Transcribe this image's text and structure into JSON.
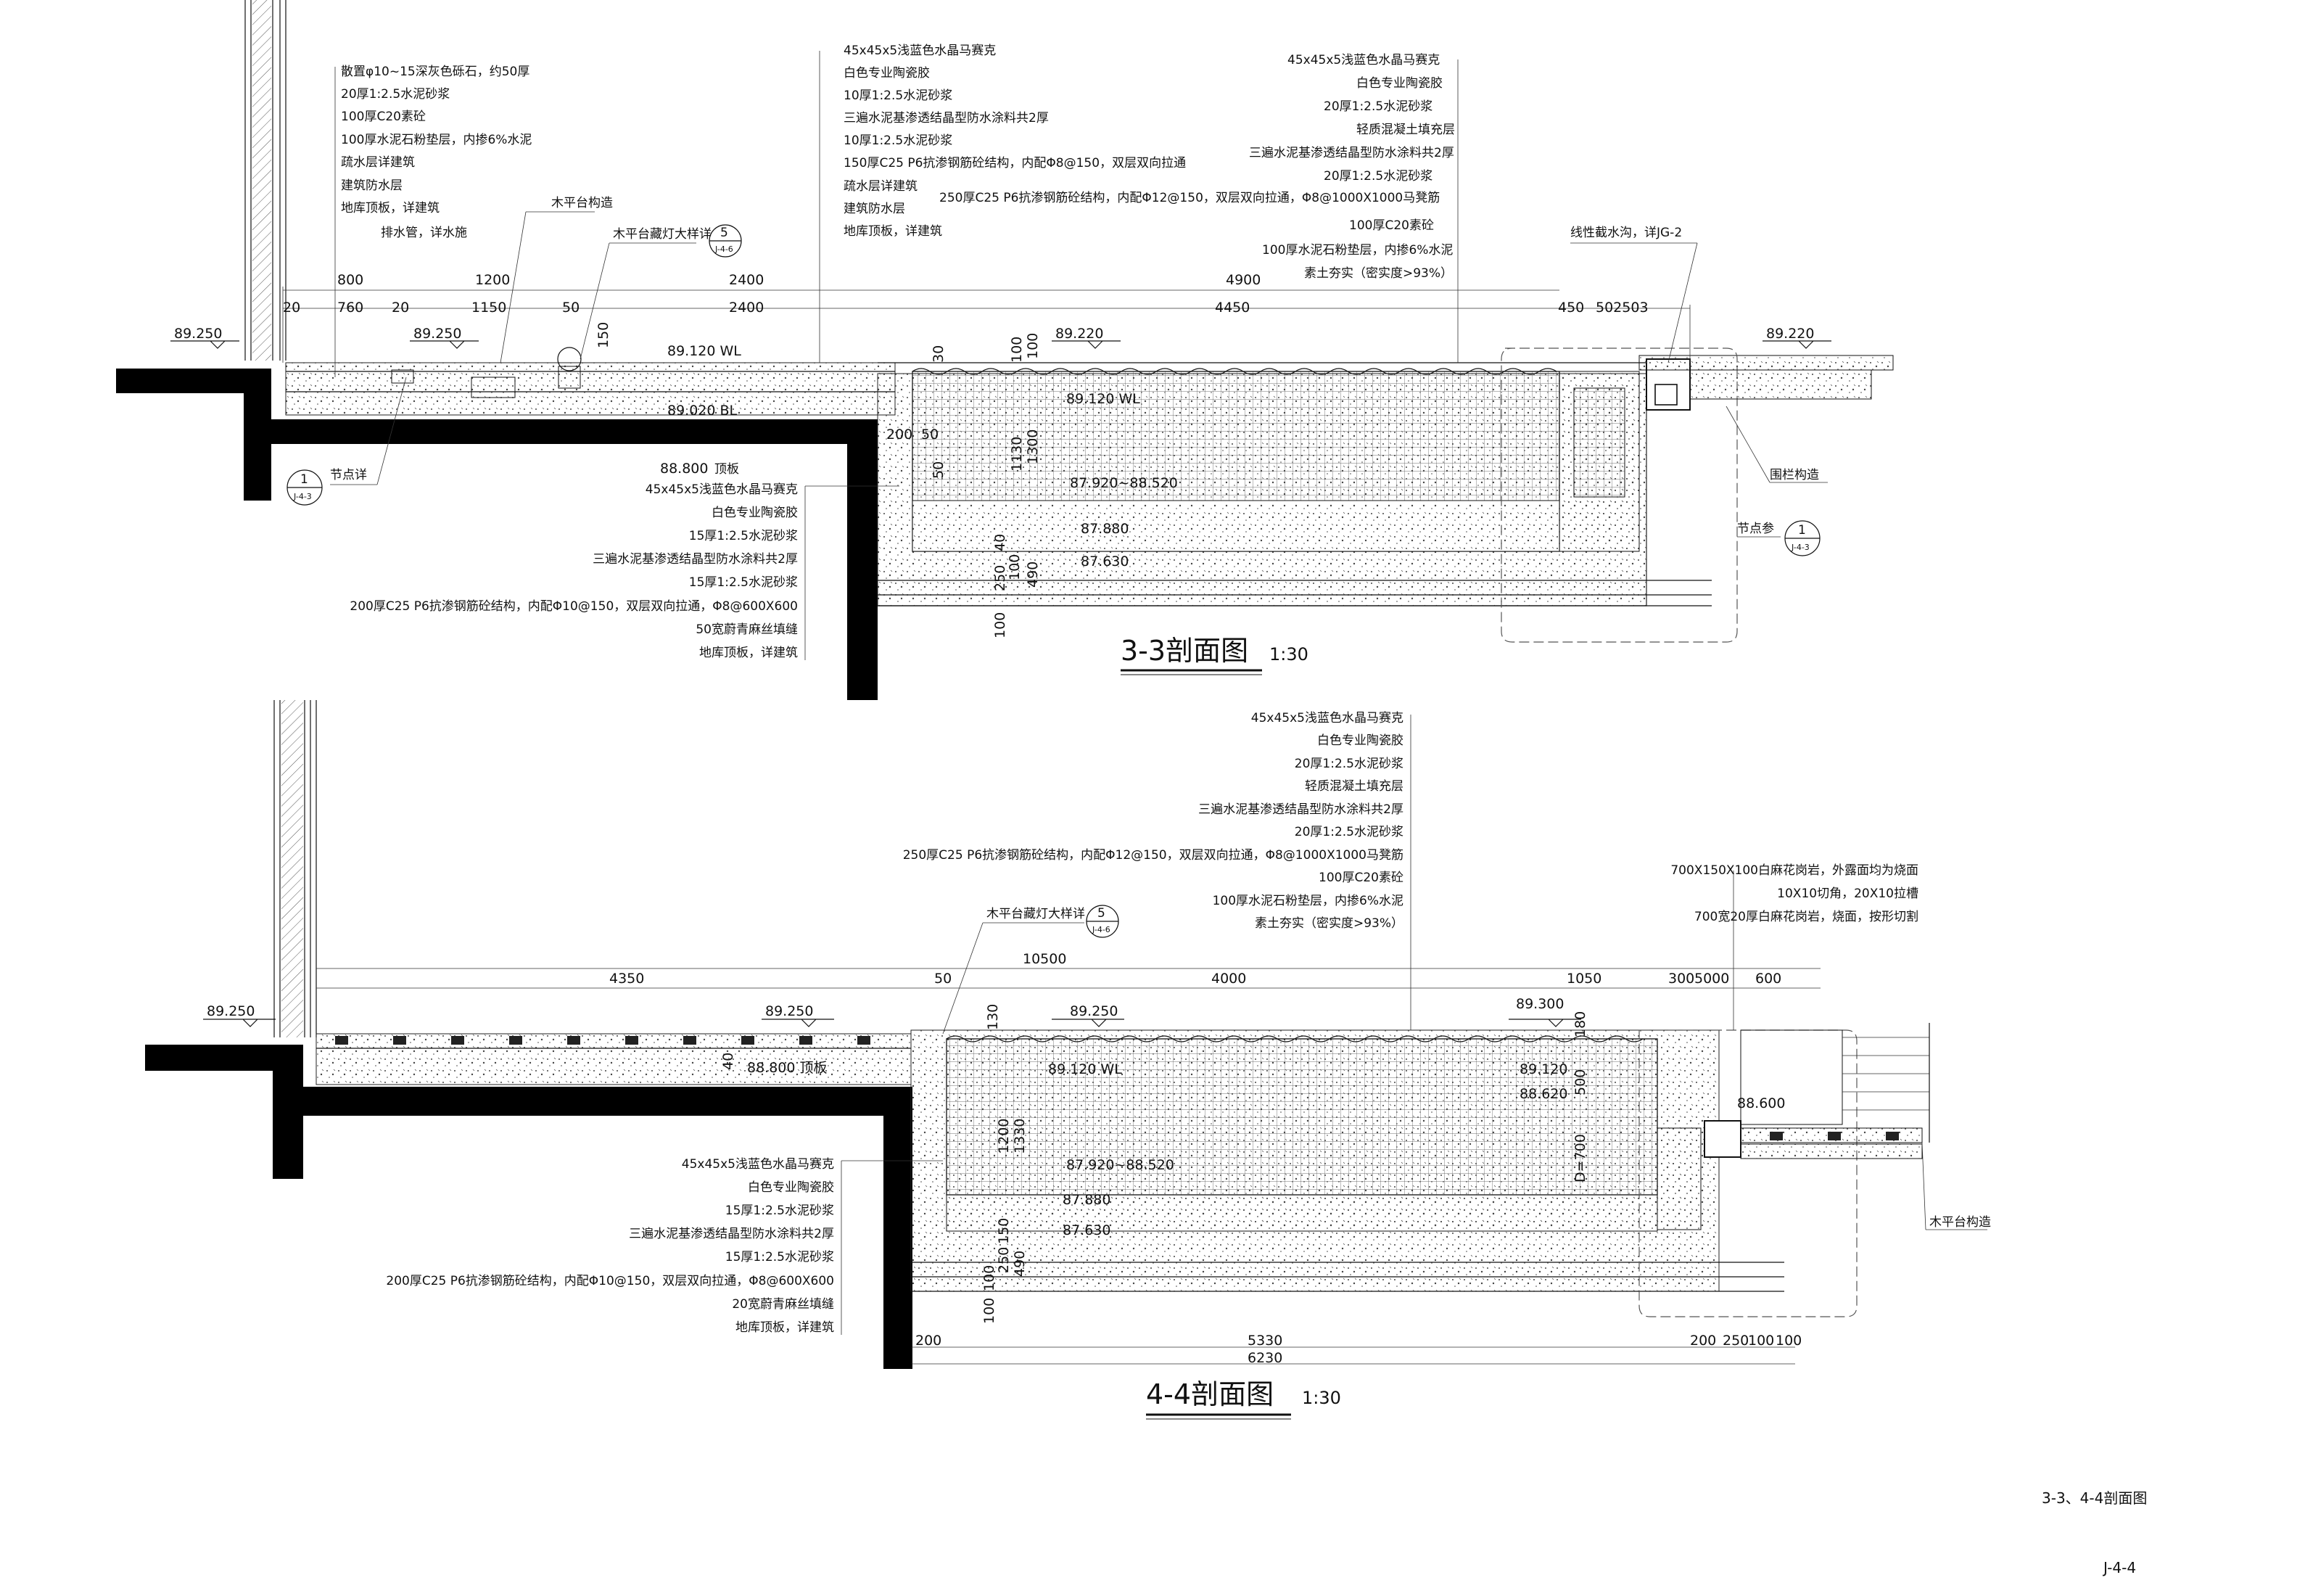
{
  "sheet": {
    "title": "3-3、4-4剖面图",
    "number": "J-4-4"
  },
  "section33": {
    "title": "3-3剖面图",
    "scale": "1:30",
    "top_left_callouts": [
      "散置φ10~15深灰色砾石，约50厚",
      "20厚1:2.5水泥砂浆",
      "100厚C20素砼",
      "100厚水泥石粉垫层，内掺6%水泥",
      "疏水层详建筑",
      "建筑防水层",
      "地库顶板，详建筑"
    ],
    "drain_note": "排水管，详水施",
    "deck_note": "木平台构造",
    "light_note": "木平台藏灯大样详",
    "mid_callouts": [
      "45x45x5浅蓝色水晶马赛克",
      "白色专业陶瓷胶",
      "10厚1:2.5水泥砂浆",
      "三遍水泥基渗透结晶型防水涂料共2厚",
      "10厚1:2.5水泥砂浆",
      "150厚C25 P6抗渗钢筋砼结构，内配Φ8@150，双层双向拉通",
      "疏水层详建筑",
      "建筑防水层",
      "地库顶板，详建筑"
    ],
    "mid_extra": "250厚C25 P6抗渗钢筋砼结构，内配Φ12@150，双层双向拉通，Φ8@1000X1000马凳筋",
    "right_callouts": [
      "45x45x5浅蓝色水晶马赛克",
      "白色专业陶瓷胶",
      "20厚1:2.5水泥砂浆",
      "轻质混凝土填充层",
      "三遍水泥基渗透结晶型防水涂料共2厚",
      "20厚1:2.5水泥砂浆",
      "100厚C20素砼",
      "100厚水泥石粉垫层，内掺6%水泥",
      "素土夯实（密实度>93%）"
    ],
    "overflow_note": "线性截水沟，详JG-2",
    "fence_note": "围栏构造",
    "node_note_left": "节点详",
    "node_note_right": "节点参",
    "bottom_callouts": [
      "45x45x5浅蓝色水晶马赛克",
      "白色专业陶瓷胶",
      "15厚1:2.5水泥砂浆",
      "三遍水泥基渗透结晶型防水涂料共2厚",
      "15厚1:2.5水泥砂浆",
      "200厚C25 P6抗渗钢筋砼结构，内配Φ10@150，双层双向拉通，Φ8@600X600",
      "50宽蔚青麻丝填缝",
      "地库顶板，详建筑"
    ],
    "dims_top": [
      "800",
      "1200",
      "2400",
      "4900"
    ],
    "dims_second": [
      "20",
      "760",
      "20",
      "1150",
      "50",
      "2400",
      "4450",
      "450",
      "502503"
    ],
    "elevations": [
      "89.250",
      "89.250",
      "89.120 WL",
      "89.220",
      "89.220",
      "89.120 WL",
      "89.020 BL",
      "88.800",
      "87.920~88.520",
      "87.880",
      "87.630"
    ],
    "roof_label": "顶板",
    "vert_dims": [
      "150",
      "30",
      "100",
      "100",
      "1130",
      "1300",
      "200",
      "50",
      "50",
      "40",
      "100",
      "250",
      "490",
      "100"
    ],
    "detail_refs": [
      {
        "num": "5",
        "sheet": "J-4-6"
      },
      {
        "num": "1",
        "sheet": "J-4-3"
      },
      {
        "num": "1",
        "sheet": "J-4-3"
      }
    ]
  },
  "section44": {
    "title": "4-4剖面图",
    "scale": "1:30",
    "right_callouts": [
      "45x45x5浅蓝色水晶马赛克",
      "白色专业陶瓷胶",
      "20厚1:2.5水泥砂浆",
      "轻质混凝土填充层",
      "三遍水泥基渗透结晶型防水涂料共2厚",
      "20厚1:2.5水泥砂浆",
      "250厚C25 P6抗渗钢筋砼结构，内配Φ12@150，双层双向拉通，Φ8@1000X1000马凳筋",
      "100厚C20素砼",
      "100厚水泥石粉垫层，内掺6%水泥",
      "素土夯实（密实度>93%）"
    ],
    "stone_notes": [
      "700X150X100白麻花岗岩，外露面均为烧面",
      "10X10切角，20X10拉槽",
      "700宽20厚白麻花岗岩，烧面，按形切割"
    ],
    "light_note": "木平台藏灯大样详",
    "deck_note": "木平台构造",
    "bottom_callouts": [
      "45x45x5浅蓝色水晶马赛克",
      "白色专业陶瓷胶",
      "15厚1:2.5水泥砂浆",
      "三遍水泥基渗透结晶型防水涂料共2厚",
      "15厚1:2.5水泥砂浆",
      "200厚C25 P6抗渗钢筋砼结构，内配Φ10@150，双层双向拉通，Φ8@600X600",
      "20宽蔚青麻丝填缝",
      "地库顶板，详建筑"
    ],
    "dims_top": [
      "10500"
    ],
    "dims_second": [
      "4350",
      "50",
      "4000",
      "1050",
      "300",
      "5000",
      "600"
    ],
    "dims_bottom": [
      "200",
      "5330",
      "200",
      "250",
      "100",
      "100"
    ],
    "dims_total": [
      "6230"
    ],
    "elevations": [
      "89.250",
      "89.250",
      "89.250",
      "89.300",
      "89.120 WL",
      "89.120",
      "88.620",
      "88.600",
      "88.800 顶板",
      "87.920~88.520",
      "87.880",
      "87.630"
    ],
    "vert_dims": [
      "130",
      "180",
      "500",
      "1200",
      "1330",
      "D=700",
      "40",
      "150",
      "250",
      "100",
      "490",
      "100"
    ],
    "detail_ref": {
      "num": "5",
      "sheet": "J-4-6"
    }
  }
}
